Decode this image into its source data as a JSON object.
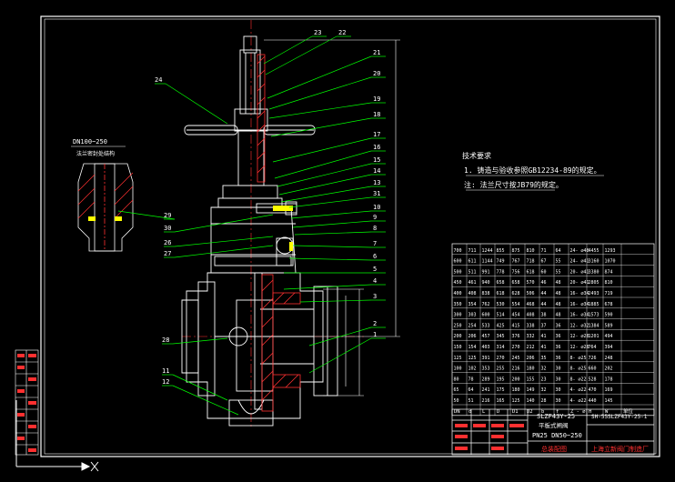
{
  "colors": {
    "background": "#000000",
    "line": "#ffffff",
    "leader": "#00ff00",
    "hatch": "#ff3030",
    "center": "#ff3030",
    "accent": "#ffff00",
    "table": "#ffffff"
  },
  "tech_requirements": {
    "title": "技术要求",
    "line1": "1. 铸造与验收参照GB12234-89的规定。",
    "line2": "注: 法兰尺寸按JB79的规定。"
  },
  "detail": {
    "label": "DN100~250",
    "caption": "法兰密封处结构"
  },
  "part_numbers": [
    "23",
    "22",
    "21",
    "20",
    "19",
    "18",
    "17",
    "16",
    "15",
    "14",
    "13",
    "31",
    "10",
    "9",
    "8",
    "7",
    "6",
    "5",
    "4",
    "3",
    "2",
    "1",
    "24",
    "29",
    "30",
    "26",
    "27",
    "28",
    "11",
    "12"
  ],
  "spec_table": {
    "rows": [
      [
        "700",
        "711",
        "1244",
        "855",
        "875",
        "810",
        "71",
        "64",
        "24- ∅48",
        "4455",
        "1293"
      ],
      [
        "600",
        "611",
        "1144",
        "749",
        "767",
        "718",
        "67",
        "55",
        "24- ∅41",
        "3160",
        "1070"
      ],
      [
        "500",
        "511",
        "991",
        "778",
        "756",
        "618",
        "60",
        "55",
        "20- ∅41",
        "3380",
        "874"
      ],
      [
        "450",
        "461",
        "940",
        "658",
        "658",
        "570",
        "46",
        "48",
        "20- ∅41",
        "2805",
        "810"
      ],
      [
        "400",
        "408",
        "838",
        "618",
        "628",
        "506",
        "44",
        "48",
        "16- ∅34",
        "2493",
        "719"
      ],
      [
        "350",
        "354",
        "762",
        "530",
        "554",
        "468",
        "44",
        "48",
        "16- ∅34",
        "1885",
        "678"
      ],
      [
        "300",
        "303",
        "600",
        "514",
        "454",
        "408",
        "38",
        "48",
        "16- ∅34",
        "1573",
        "590"
      ],
      [
        "250",
        "254",
        "533",
        "425",
        "415",
        "338",
        "37",
        "36",
        "12- ∅32",
        "1384",
        "589"
      ],
      [
        "200",
        "206",
        "457",
        "345",
        "376",
        "332",
        "41",
        "36",
        "12- ∅28",
        "1201",
        "494"
      ],
      [
        "150",
        "154",
        "403",
        "314",
        "270",
        "212",
        "41",
        "36",
        "12- ∅28",
        "764",
        "394"
      ],
      [
        "125",
        "125",
        "391",
        "270",
        "245",
        "206",
        "35",
        "36",
        "8- ∅25",
        "726",
        "248"
      ],
      [
        "100",
        "102",
        "353",
        "255",
        "216",
        "180",
        "32",
        "30",
        "8- ∅25",
        "660",
        "202"
      ],
      [
        "80",
        "78",
        "289",
        "195",
        "200",
        "155",
        "23",
        "30",
        "8- ∅22",
        "528",
        "178"
      ],
      [
        "65",
        "64",
        "241",
        "175",
        "180",
        "149",
        "32",
        "30",
        "4- ∅22",
        "470",
        "169"
      ],
      [
        "50",
        "51",
        "216",
        "165",
        "125",
        "140",
        "28",
        "30",
        "4- ∅22",
        "440",
        "145"
      ]
    ],
    "header": [
      "DN",
      "d",
      "L",
      "D",
      "D1",
      "D2",
      "b",
      "f",
      "Z - ∅",
      "H",
      "W",
      "单位"
    ]
  },
  "title_block": {
    "model": "SLZF43Y-25",
    "name": "平板式闸阀",
    "spec": "PN25 DN50~250",
    "drawing_type": "总装配图",
    "drawing_no": "SH-55SLZF43Y-25-1",
    "company": "上海立新阀门制造厂"
  }
}
